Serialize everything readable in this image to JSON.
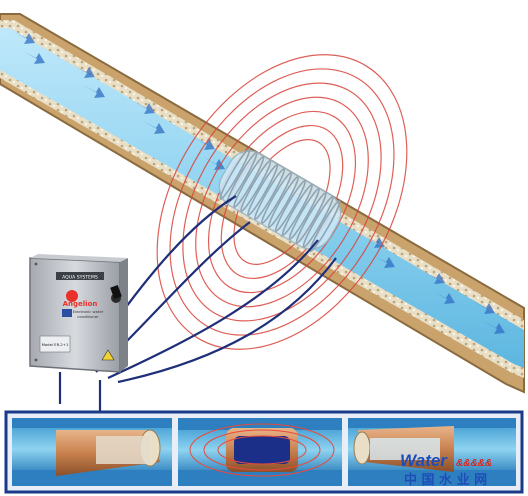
{
  "device": {
    "brand": "Angelion",
    "top_label": "AQUA SYSTEMS",
    "sub_lines": [
      "Electronic water",
      "conditioner"
    ],
    "model_label": "Model ER-2+1"
  },
  "watermark": {
    "latin": "Water",
    "suffix": "&&&&&",
    "cjk": "中 国 水 业 网"
  },
  "colors": {
    "pipe_water": "#8fd3f0",
    "pipe_rim": "#c9a36b",
    "field_lines": "#d9443a",
    "cable": "#1f2f7a",
    "strip_border": "#1a3a8a",
    "copper": "#c9824f"
  },
  "icons": [
    "flow-arrow-icon",
    "power-switch-icon",
    "warning-triangle-icon"
  ]
}
